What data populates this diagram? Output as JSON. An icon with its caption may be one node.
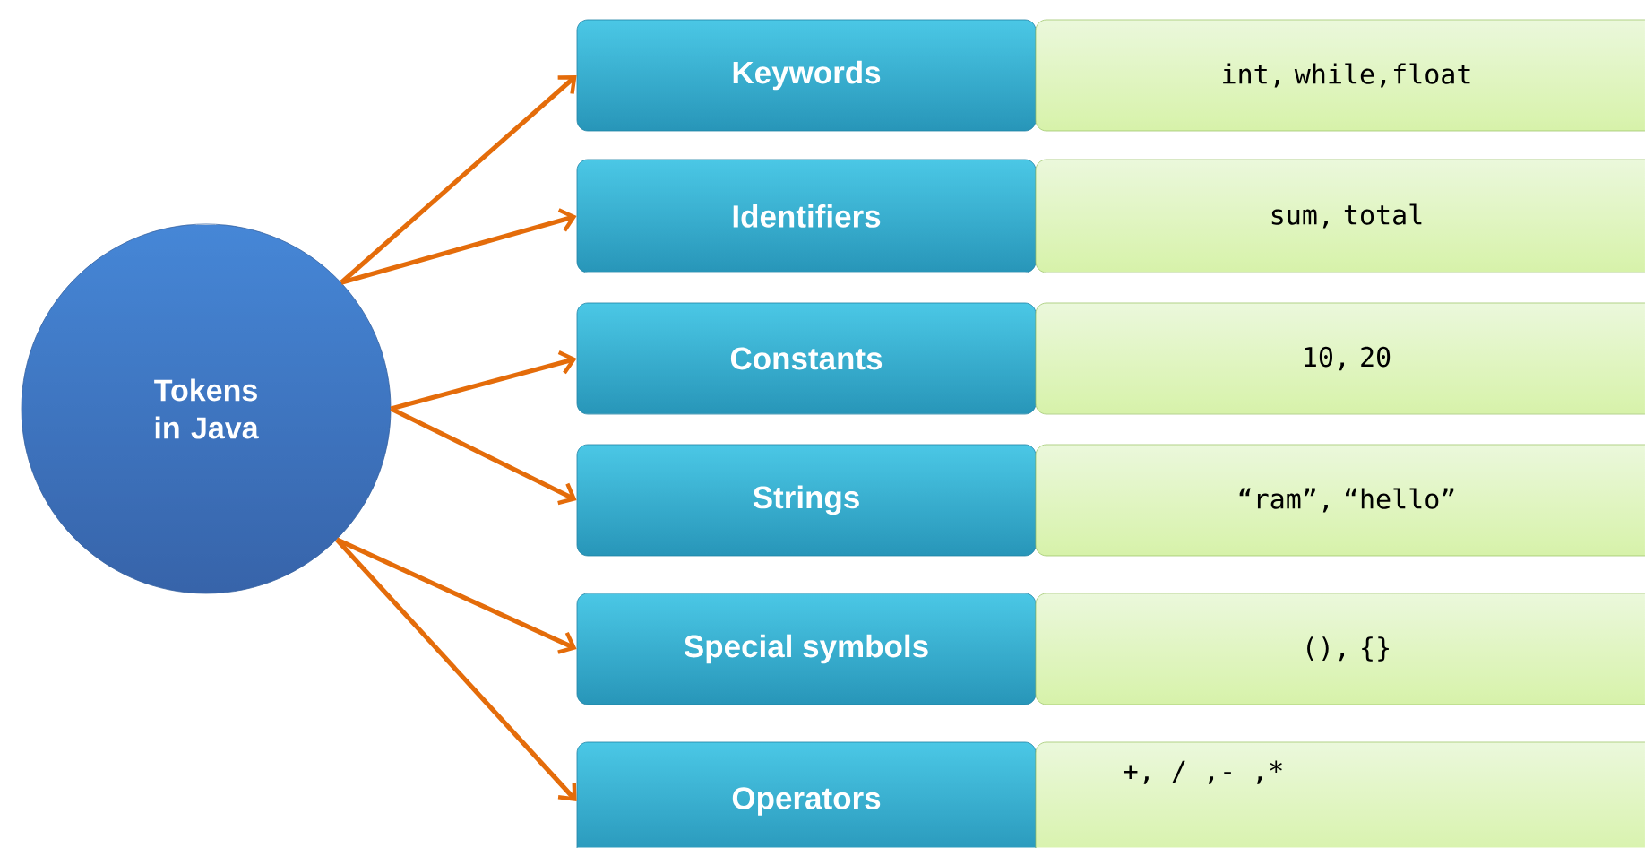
{
  "diagram": {
    "nodes": [
      {
        "text": [
          "Tokens in Java"
        ]
      },
      {
        "text": [
          "Keywords"
        ]
      },
      {
        "text": [
          "Identifiers"
        ]
      },
      {
        "text": [
          "Constants"
        ]
      },
      {
        "text": [
          "Strings"
        ]
      },
      {
        "text": [
          "Special symbols"
        ]
      },
      {
        "text": [
          "Operators"
        ]
      },
      {
        "text": [
          "int, while,float"
        ]
      },
      {
        "text": [
          "sum, total"
        ]
      },
      {
        "text": [
          "10, 20"
        ]
      },
      {
        "text": [
          "“ram”,  “hello”"
        ]
      },
      {
        "text": [
          "(), {}"
        ]
      },
      {
        "text": [
          "+,  / ,- ,*"
        ]
      }
    ],
    "edges": [
      {
        "from": 0,
        "to": 1,
        "arrow": "to"
      },
      {
        "from": 0,
        "to": 2,
        "arrow": "to"
      },
      {
        "from": 0,
        "to": 3,
        "arrow": "to"
      },
      {
        "from": 0,
        "to": 4,
        "arrow": "to"
      },
      {
        "from": 0,
        "to": 5,
        "arrow": "to"
      },
      {
        "from": 0,
        "to": 6,
        "arrow": "to"
      }
    ]
  }
}
